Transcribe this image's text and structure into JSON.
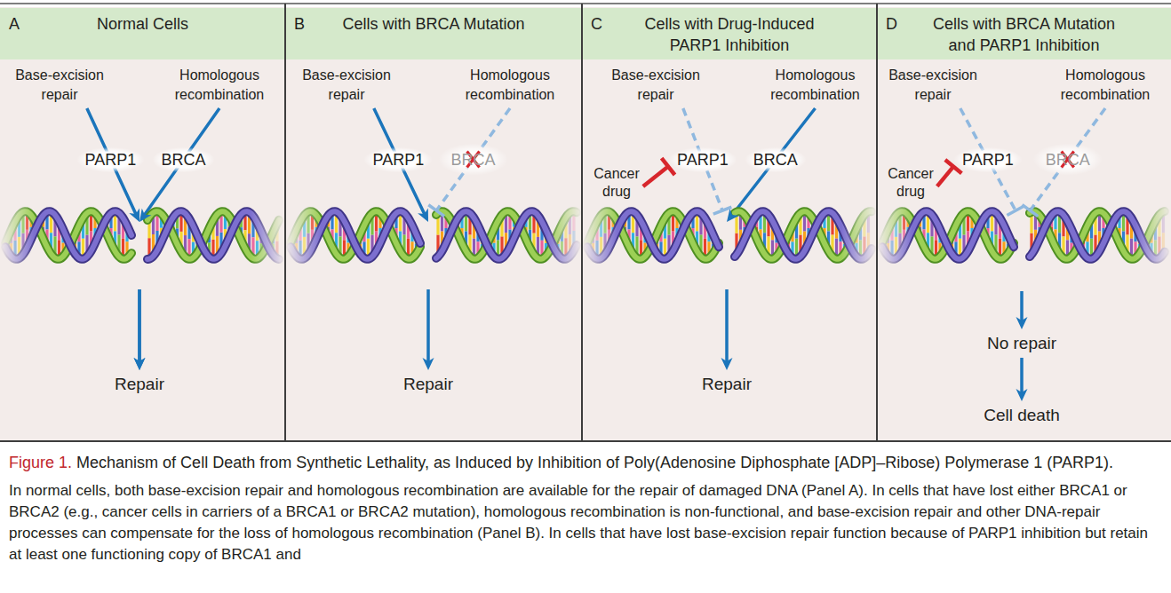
{
  "diagram": {
    "title": "Mechanism of Cell Death from Synthetic Lethality, as Induced by Inhibition of Poly(Adenosine Diphosphate [ADP]–Ribose) Polymerase 1 (PARP1).",
    "caption": "In normal cells, both base-excision repair and homologous recombination are available for the repair of damaged DNA (Panel A). In cells that have lost either BRCA1 or BRCA2 (e.g., cancer cells in carriers of a BRCA1 or BRCA2 mutation), homologous recombination is non-functional, and base-excision repair and other DNA-repair processes can compensate for the loss of homologous recombination (Panel B). In cells that have lost base-excision repair function because of PARP1 inhibition but retain at least one functioning copy of BRCA1 and",
    "nodes": [
      {
        "text": [
          "A",
          "Normal Cells"
        ]
      },
      {
        "text": [
          "Base-excision repair"
        ],
        "in": 0
      },
      {
        "text": [
          "Homologous recombination"
        ],
        "in": 0
      },
      {
        "text": [
          "Repair"
        ],
        "in": 0
      },
      {
        "text": [
          "B",
          "Cells with BRCA Mutation"
        ]
      },
      {
        "text": [
          "Base-excision repair"
        ],
        "in": 4
      },
      {
        "text": [
          "Homologous recombination"
        ],
        "in": 4
      },
      {
        "text": [
          "Repair"
        ],
        "in": 4
      },
      {
        "text": [
          "C",
          "Cells with Drug-Induced PARP1 Inhibition"
        ]
      },
      {
        "text": [
          "Base-excision repair"
        ],
        "in": 8
      },
      {
        "text": [
          "Homologous recombination"
        ],
        "in": 8
      },
      {
        "text": [
          "Repair"
        ],
        "in": 8
      },
      {
        "text": [
          "D",
          "Cells with BRCA Mutation and PARP1 Inhibition"
        ]
      },
      {
        "text": [
          "Base-excision repair"
        ],
        "in": 12
      },
      {
        "text": [
          "Homologous recombination"
        ],
        "in": 12
      },
      {
        "text": [
          "No repair"
        ],
        "in": 12
      },
      {
        "text": [
          "Cell death"
        ],
        "in": 12
      }
    ],
    "edges": [
      {
        "from": 1,
        "to": 3,
        "label": "PARP1",
        "arrow": "to"
      },
      {
        "from": 2,
        "to": 3,
        "label": "BRCA",
        "arrow": "to"
      },
      {
        "from": 5,
        "to": 7,
        "label": "PARP1",
        "arrow": "to"
      },
      {
        "from": 10,
        "to": 11,
        "label": "BRCA",
        "arrow": "to"
      },
      {
        "from": 15,
        "to": 16,
        "arrow": "to"
      }
    ],
    "labels": [
      "BRCA",
      "Cancer drug",
      "PARP1",
      "Cancer drug",
      "PARP1",
      "BRCA",
      "Figure 1."
    ]
  }
}
